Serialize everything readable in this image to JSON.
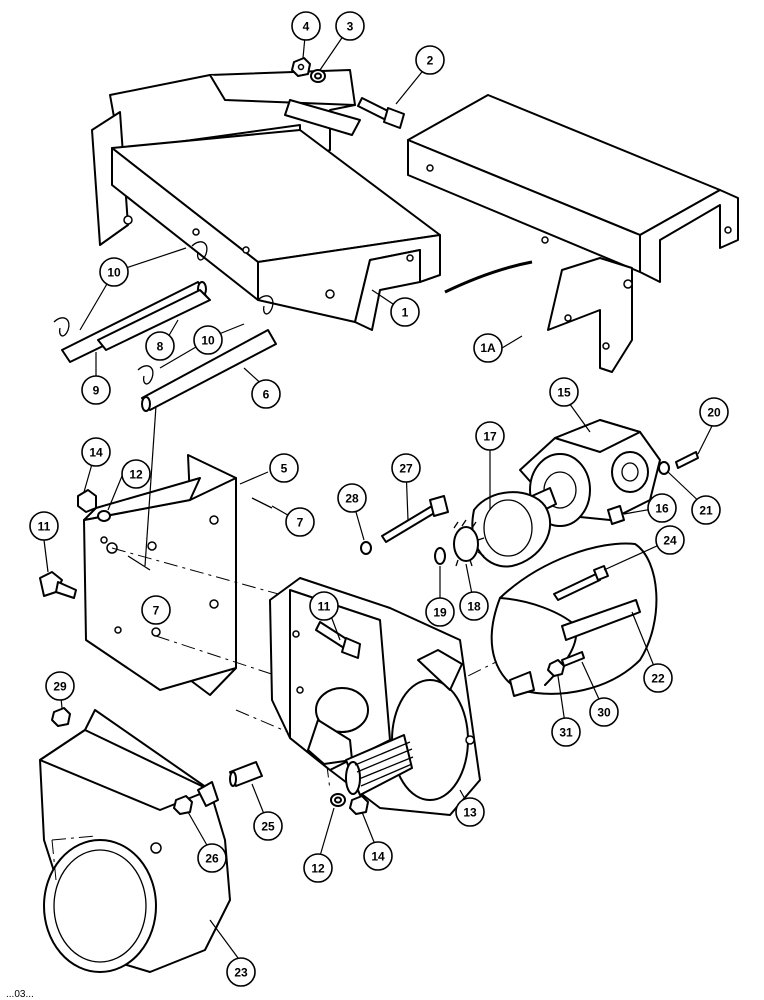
{
  "diagram": {
    "background": "#ffffff",
    "line_color": "#000000",
    "footer_code": "...03...",
    "callouts": [
      {
        "label": "1"
      },
      {
        "label": "1A"
      },
      {
        "label": "2"
      },
      {
        "label": "3"
      },
      {
        "label": "4"
      },
      {
        "label": "5"
      },
      {
        "label": "6"
      },
      {
        "label": "7"
      },
      {
        "label": "7"
      },
      {
        "label": "8"
      },
      {
        "label": "9"
      },
      {
        "label": "10"
      },
      {
        "label": "10"
      },
      {
        "label": "11"
      },
      {
        "label": "11"
      },
      {
        "label": "12"
      },
      {
        "label": "12"
      },
      {
        "label": "13"
      },
      {
        "label": "14"
      },
      {
        "label": "14"
      },
      {
        "label": "15"
      },
      {
        "label": "16"
      },
      {
        "label": "17"
      },
      {
        "label": "18"
      },
      {
        "label": "19"
      },
      {
        "label": "20"
      },
      {
        "label": "21"
      },
      {
        "label": "22"
      },
      {
        "label": "23"
      },
      {
        "label": "24"
      },
      {
        "label": "25"
      },
      {
        "label": "26"
      },
      {
        "label": "27"
      },
      {
        "label": "28"
      },
      {
        "label": "29"
      },
      {
        "label": "30"
      },
      {
        "label": "31"
      }
    ]
  }
}
